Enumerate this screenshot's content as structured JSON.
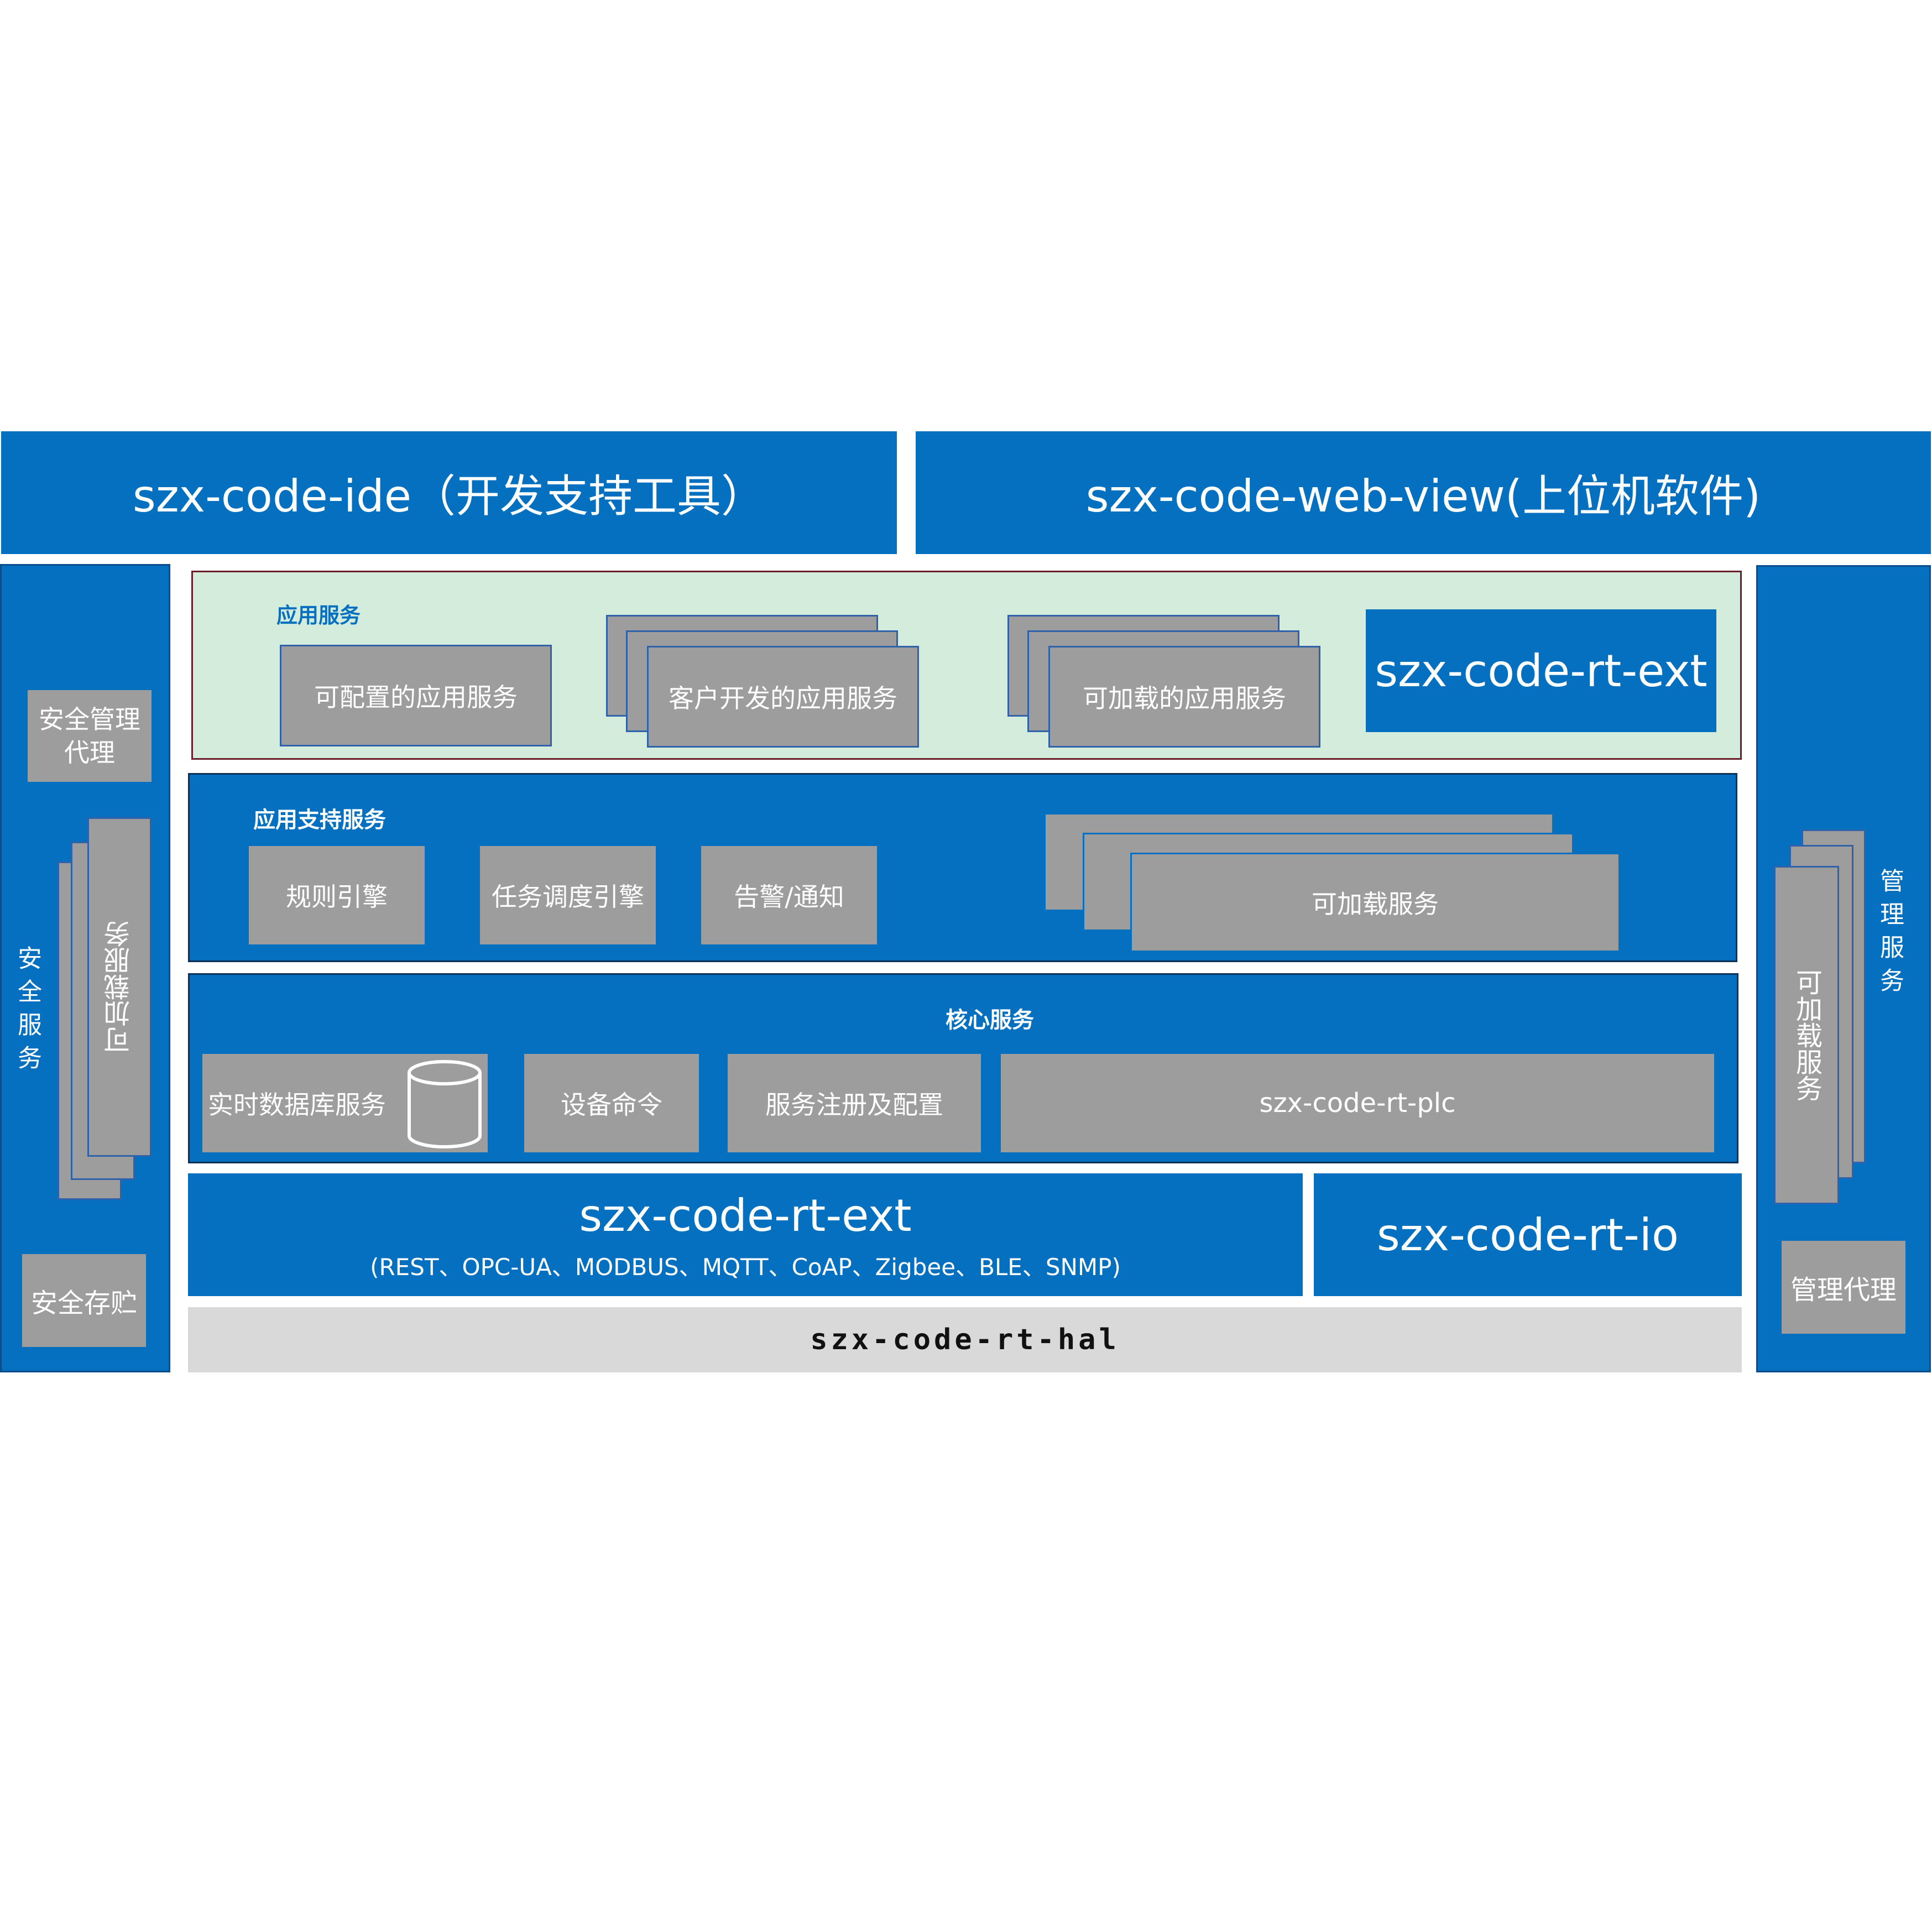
{
  "colors": {
    "primary_blue": "#0570bf",
    "gray_box": "#9d9d9d",
    "light_green": "#d3ecdc",
    "hal_gray": "#d9d9d9"
  },
  "top": {
    "ide": "szx-code-ide（开发支持工具）",
    "web_view": "szx-code-web-view(上位机软件)"
  },
  "left_panel": {
    "security_mgmt_agent": "安全管理代理",
    "loadable_services": "可加载服务",
    "security_services": "安全服务",
    "secure_storage": "安全存贮"
  },
  "right_panel": {
    "management_services": "管理服务",
    "loadable_services": "可加载服务",
    "management_agent": "管理代理"
  },
  "app_services": {
    "label": "应用服务",
    "configurable": "可配置的应用服务",
    "customer_developed": "客户开发的应用服务",
    "loadable": "可加载的应用服务",
    "rt_ext": "szx-code-rt-ext"
  },
  "app_support": {
    "label": "应用支持服务",
    "rules_engine": "规则引擎",
    "task_scheduler": "任务调度引擎",
    "alert_notify": "告警/通知",
    "loadable_services": "可加载服务"
  },
  "core_services": {
    "label": "核心服务",
    "realtime_db": "实时数据库服务",
    "device_command": "设备命令",
    "service_registry": "服务注册及配置",
    "rt_plc": "szx-code-rt-plc"
  },
  "bottom": {
    "rt_ext": "szx-code-rt-ext",
    "rt_ext_protocols": "(REST、OPC-UA、MODBUS、MQTT、CoAP、Zigbee、BLE、SNMP)",
    "rt_io": "szx-code-rt-io",
    "rt_hal": "szx-code-rt-hal"
  }
}
